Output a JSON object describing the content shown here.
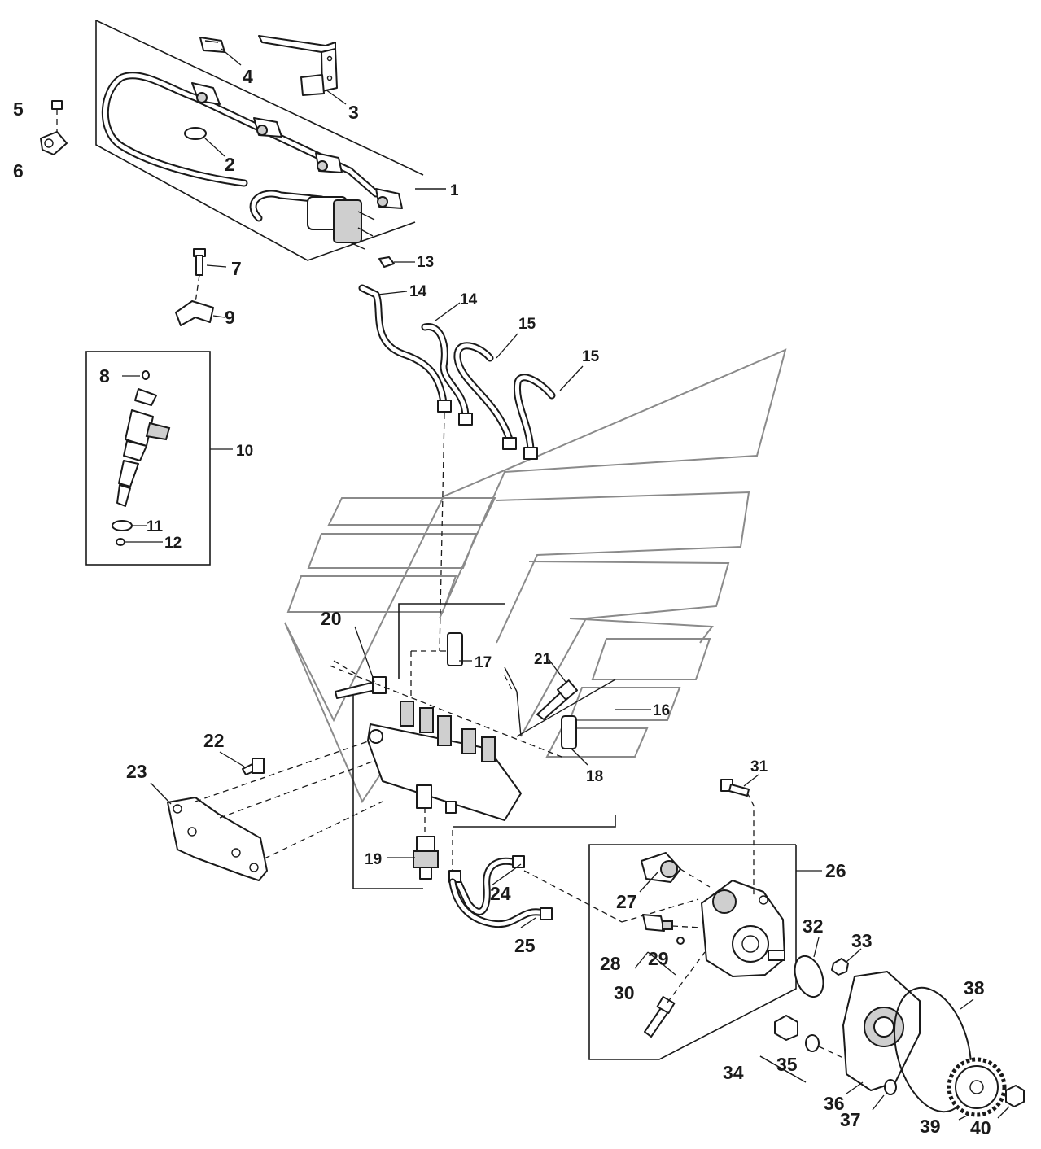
{
  "diagram": {
    "callouts": [
      {
        "id": "1",
        "label": "1"
      },
      {
        "id": "2",
        "label": "2"
      },
      {
        "id": "3",
        "label": "3"
      },
      {
        "id": "4",
        "label": "4"
      },
      {
        "id": "5",
        "label": "5"
      },
      {
        "id": "6",
        "label": "6"
      },
      {
        "id": "7",
        "label": "7"
      },
      {
        "id": "8",
        "label": "8"
      },
      {
        "id": "9",
        "label": "9"
      },
      {
        "id": "10",
        "label": "10"
      },
      {
        "id": "11",
        "label": "11"
      },
      {
        "id": "12",
        "label": "12"
      },
      {
        "id": "13",
        "label": "13"
      },
      {
        "id": "14a",
        "label": "14"
      },
      {
        "id": "14b",
        "label": "14"
      },
      {
        "id": "15a",
        "label": "15"
      },
      {
        "id": "15b",
        "label": "15"
      },
      {
        "id": "16",
        "label": "16"
      },
      {
        "id": "17",
        "label": "17"
      },
      {
        "id": "18",
        "label": "18"
      },
      {
        "id": "19",
        "label": "19"
      },
      {
        "id": "20",
        "label": "20"
      },
      {
        "id": "21",
        "label": "21"
      },
      {
        "id": "22",
        "label": "22"
      },
      {
        "id": "23",
        "label": "23"
      },
      {
        "id": "24",
        "label": "24"
      },
      {
        "id": "25",
        "label": "25"
      },
      {
        "id": "26",
        "label": "26"
      },
      {
        "id": "27",
        "label": "27"
      },
      {
        "id": "28",
        "label": "28"
      },
      {
        "id": "29",
        "label": "29"
      },
      {
        "id": "30",
        "label": "30"
      },
      {
        "id": "31",
        "label": "31"
      },
      {
        "id": "32",
        "label": "32"
      },
      {
        "id": "33",
        "label": "33"
      },
      {
        "id": "34",
        "label": "34"
      },
      {
        "id": "35",
        "label": "35"
      },
      {
        "id": "36",
        "label": "36"
      },
      {
        "id": "37",
        "label": "37"
      },
      {
        "id": "38",
        "label": "38"
      },
      {
        "id": "39",
        "label": "39"
      },
      {
        "id": "40",
        "label": "40"
      }
    ]
  }
}
